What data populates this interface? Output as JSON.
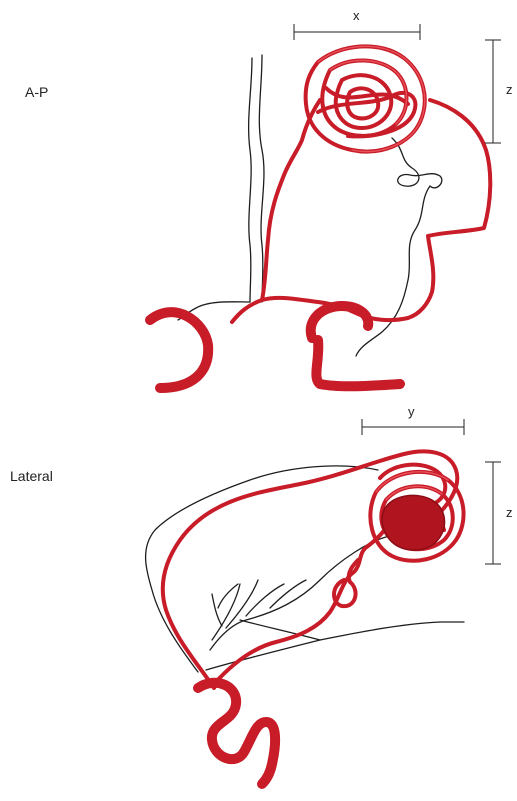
{
  "views": {
    "ap": {
      "label": "A-P",
      "dim_width": "x",
      "dim_height": "z"
    },
    "lateral": {
      "label": "Lateral",
      "dim_width": "y",
      "dim_height": "z"
    }
  },
  "colors": {
    "vessel_red": "#c81c28",
    "vessel_highlight": "#e8505a",
    "line": "#1e1e1e"
  }
}
